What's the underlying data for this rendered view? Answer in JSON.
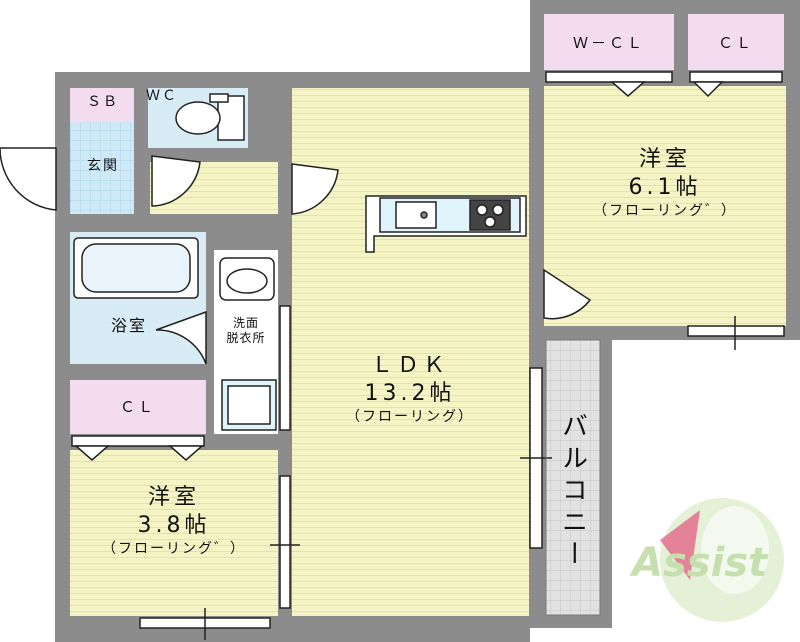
{
  "colors": {
    "wall": "#8c8c8c",
    "floor": "#f4f4c4",
    "stripe": "#e0e0a8",
    "closet": "#f3dcef",
    "bath": "#d8ecf6",
    "tile": "#bfe4f4",
    "balcony": "#dcdcdc",
    "logo": "#c6dfae",
    "logo_accent": "#e4537d"
  },
  "rooms": {
    "ldk": {
      "name": "ＬＤＫ",
      "size": "13.2帖",
      "floor": "（フローリング）"
    },
    "western_a": {
      "name": "洋室",
      "size": "6.1帖",
      "floor": "（フローリング゛）"
    },
    "western_b": {
      "name": "洋室",
      "size": "3.8帖",
      "floor": "（フローリング゛）"
    },
    "entrance": "玄関",
    "shoe_box": "ＳＢ",
    "toilet": "ＷＣ",
    "bath": "浴室",
    "washroom_line1": "洗面",
    "washroom_line2": "脱衣所",
    "walk_in_closet": "Ｗ－ＣＬ",
    "closet_a": "ＣＬ",
    "closet_b": "ＣＬ",
    "balcony": "バルコニー"
  },
  "logo": {
    "text": "Assist"
  }
}
